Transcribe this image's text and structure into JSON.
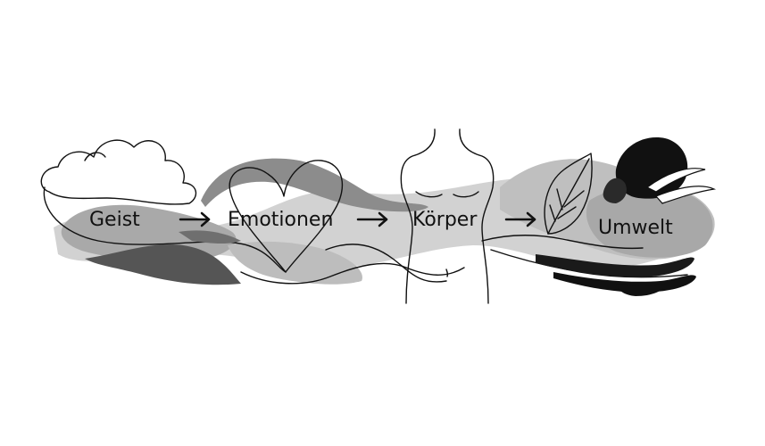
{
  "diagram": {
    "stages": [
      {
        "id": "geist",
        "label": "Geist"
      },
      {
        "id": "emotionen",
        "label": "Emotionen"
      },
      {
        "id": "koerper",
        "label": "Körper"
      },
      {
        "id": "umwelt",
        "label": "Umwelt"
      }
    ],
    "connector": "arrow-right",
    "icons": [
      "cloud-icon",
      "heart-icon",
      "body-outline-icon",
      "leaf-icon",
      "blob-icon"
    ],
    "colors": {
      "background": "#ffffff",
      "ink": "#111111",
      "light_gray": "#cfcfcf",
      "mid_gray": "#9a9a9a",
      "dark_gray": "#555555",
      "black": "#111111"
    }
  }
}
